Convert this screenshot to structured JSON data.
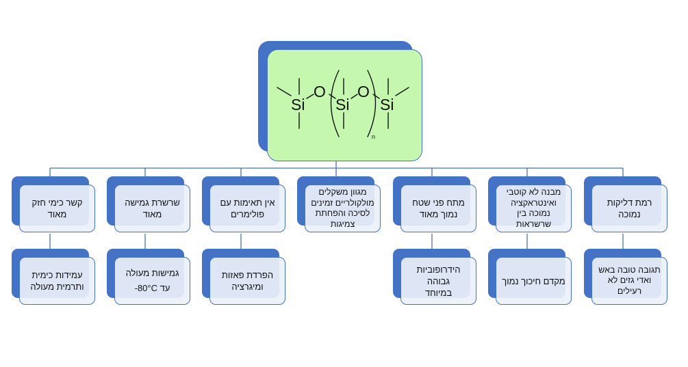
{
  "colors": {
    "node_back": "#4472C4",
    "node_front": "#ECF0F9",
    "root_front": "#C5F7AE",
    "connector": "#4A6FA5"
  },
  "root": {
    "description": "Polydimethylsiloxane (PDMS) structural formula",
    "atoms": [
      "Si",
      "O",
      "Si",
      "O",
      "Si"
    ],
    "repeat_subscript": "n"
  },
  "columns": [
    {
      "top": "רמת דליקות נמוכה",
      "bottom": "תגובה טובה באש\nואדי גזים לא\nרעילים"
    },
    {
      "top": "מבנה לא קוטבי\nואינטראקציה\nנמוכה בין\nשרשראות",
      "bottom": "מקדם חיכוך נמוך"
    },
    {
      "top": "מתח פני שטח\nנמוך מאוד",
      "bottom": "הידרופוביות גבוהה\nבמיוחד"
    },
    {
      "top": "מגוון משקלים\nמולקולריים זמינים\nלסיכה והפחתת\nצמיגות",
      "bottom": null
    },
    {
      "top": "אין תאימות עם\nפולימרים",
      "bottom": "הפרדת פאזות\nומיגרציה"
    },
    {
      "top": "שרשרת גמישה\nמאוד",
      "bottom": "גמישות מעולה\nעד 80°C-"
    },
    {
      "top": "קשר כימי חזק\nמאוד",
      "bottom": "עמידות כימית\nותרמית מעולה"
    }
  ]
}
